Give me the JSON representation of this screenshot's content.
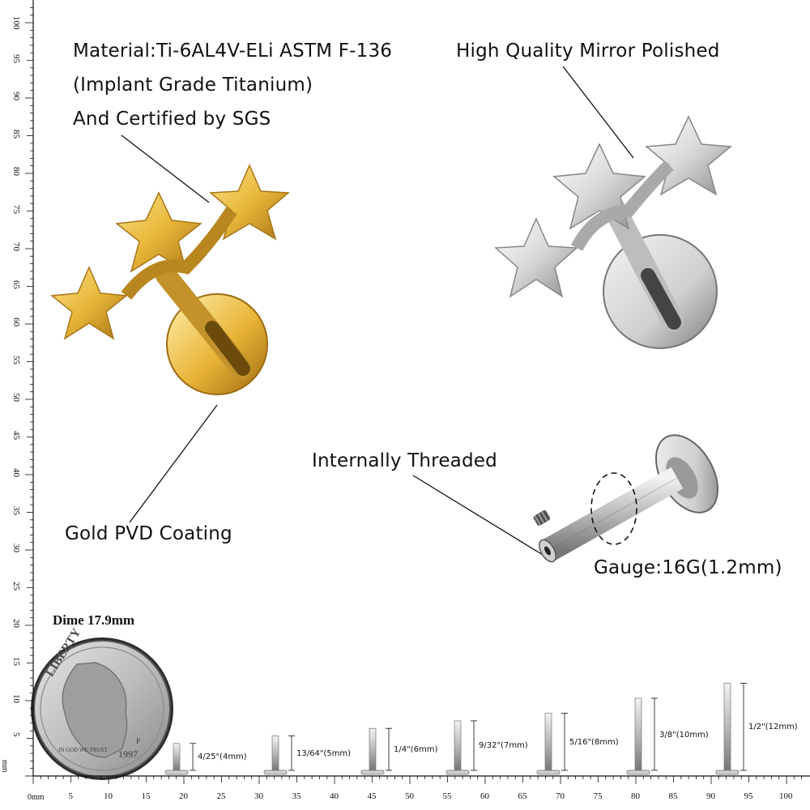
{
  "callouts": {
    "material_line1": "Material:Ti-6AL4V-ELi ASTM F-136",
    "material_line2": "(Implant Grade Titanium)",
    "material_line3": "And Certified by SGS",
    "mirror": "High Quality Mirror Polished",
    "threaded": "Internally Threaded",
    "gold": "Gold PVD Coating",
    "gauge": "Gauge:16G(1.2mm)"
  },
  "dime": {
    "label": "Dime 17.9mm",
    "rim_text": "LIBERTY",
    "motto": "IN GOD WE TRUST",
    "year": "1997",
    "mint": "P"
  },
  "ruler": {
    "vertical_unit": "mm",
    "horizontal_unit": "0mm",
    "vertical_ticks": [
      "100",
      "95",
      "90",
      "85",
      "80",
      "75",
      "70",
      "65",
      "60",
      "55",
      "50",
      "45",
      "40",
      "35",
      "30",
      "25",
      "20",
      "15",
      "10",
      "5"
    ],
    "horizontal_ticks": [
      "5",
      "10",
      "15",
      "20",
      "25",
      "30",
      "35",
      "40",
      "45",
      "50",
      "55",
      "60",
      "65",
      "70",
      "75",
      "80",
      "85",
      "90",
      "95",
      "100"
    ]
  },
  "lengths": [
    {
      "label": "4/25\"(4mm)",
      "mm": 4
    },
    {
      "label": "13/64\"(5mm)",
      "mm": 5
    },
    {
      "label": "1/4\"(6mm)",
      "mm": 6
    },
    {
      "label": "9/32\"(7mm)",
      "mm": 7
    },
    {
      "label": "5/16\"(8mm)",
      "mm": 8
    },
    {
      "label": "3/8\"(10mm)",
      "mm": 10
    },
    {
      "label": "1/2\"(12mm)",
      "mm": 12
    }
  ]
}
